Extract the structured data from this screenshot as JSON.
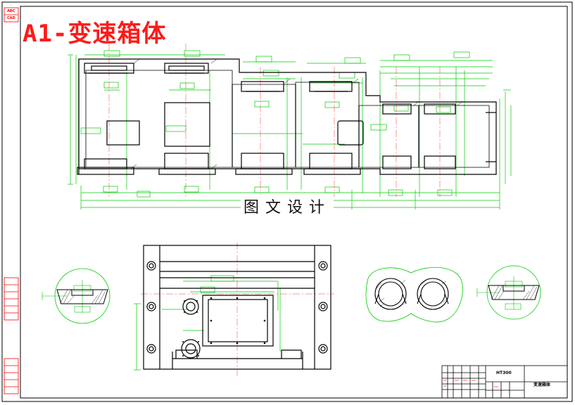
{
  "header": {
    "title": "A1-变速箱体"
  },
  "watermark": {
    "text": "图文设计"
  },
  "title_block": {
    "material": "HT300",
    "part_name": "变速箱体"
  },
  "side_labels": {
    "top_a": "ABC",
    "top_b": "CAD"
  },
  "colors": {
    "background": "#ffffff",
    "outline": "#000000",
    "dimension": "#00cc00",
    "title": "#ff1a1a",
    "frame_marks": "#ff0000"
  },
  "views": [
    {
      "name": "top-section-view",
      "description_label": ""
    },
    {
      "name": "front-view",
      "description_label": ""
    },
    {
      "name": "left-circular-detail",
      "description_label": ""
    },
    {
      "name": "double-bore-section",
      "description_label": ""
    },
    {
      "name": "right-circular-detail",
      "description_label": ""
    }
  ]
}
